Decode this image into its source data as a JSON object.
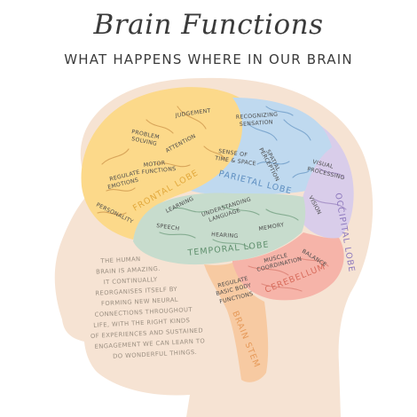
{
  "title": "Brain Functions",
  "subtitle": "WHAT HAPPENS WHERE IN OUR BRAIN",
  "colors": {
    "head": "#f6e3d3",
    "frontal": "#fcd98a",
    "parietal": "#bfd9ef",
    "occipital": "#d9cdea",
    "temporal": "#c7dccd",
    "cerebellum": "#f6b4a9",
    "brain_stem": "#f7caa2"
  },
  "lobes": {
    "frontal": "FRONTAL LOBE",
    "parietal": "PARIETAL LOBE",
    "occipital": "OCCIPITAL LOBE",
    "temporal": "TEMPORAL LOBE",
    "cerebellum": "CEREBELLUM",
    "brain_stem": "BRAIN STEM"
  },
  "functions": {
    "judgement": "JUDGEMENT",
    "problem_solving_1": "PROBLEM",
    "problem_solving_2": "SOLVING",
    "attention": "ATTENTION",
    "motor_1": "MOTOR",
    "motor_2": "FUNCTIONS",
    "regulate_emotions_1": "REGULATE",
    "regulate_emotions_2": "EMOTIONS",
    "personality": "PERSONALITY",
    "recognizing_1": "RECOGNIZING",
    "recognizing_2": "SENSATION",
    "sense_time_1": "SENSE OF",
    "sense_time_2": "TIME & SPACE",
    "spatial_1": "SPATIAL",
    "spatial_2": "PERCEPTION",
    "visual_1": "VISUAL",
    "visual_2": "PROCESSING",
    "vision": "VISION",
    "learning": "LEARNING",
    "understanding_1": "UNDERSTANDING",
    "understanding_2": "LANGUAGE",
    "speech": "SPEECH",
    "hearing": "HEARING",
    "memory": "MEMORY",
    "muscle_1": "MUSCLE",
    "muscle_2": "COORDINATION",
    "balance": "BALANCE",
    "regulate_body_1": "REGULATE",
    "regulate_body_2": "BASIC BODY",
    "regulate_body_3": "FUNCTIONS"
  },
  "body_text": [
    "THE HUMAN",
    "BRAIN IS AMAZING.",
    "IT CONTINUALLY",
    "REORGANISES ITSELF BY",
    "FORMING NEW NEURAL",
    "CONNECTIONS THROUGHOUT",
    "LIFE, WITH THE RIGHT KINDS",
    "OF EXPERIENCES AND SUSTAINED",
    "ENGAGEMENT WE CAN LEARN TO",
    "DO WONDERFUL THINGS."
  ]
}
